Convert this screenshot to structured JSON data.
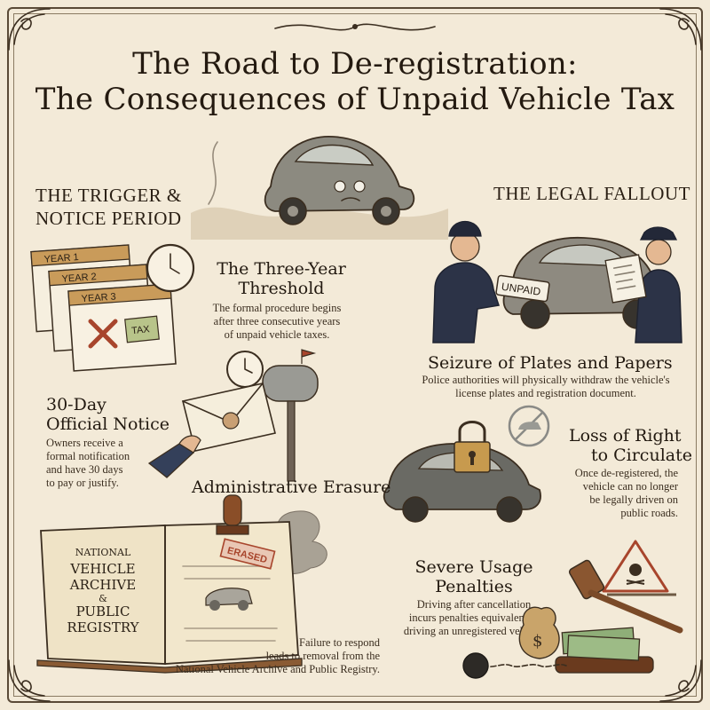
{
  "title": {
    "line1": "The Road to De-registration:",
    "line2": "The Consequences of Unpaid Vehicle Tax"
  },
  "sections": {
    "trigger_line1": "THE TRIGGER &",
    "trigger_line2": "NOTICE PERIOD",
    "legal": "THE LEGAL FALLOUT"
  },
  "steps": {
    "threshold": {
      "title_line1": "The Three-Year",
      "title_line2": "Threshold",
      "body": [
        "The formal procedure begins",
        "after three consecutive years",
        "of unpaid vehicle taxes."
      ]
    },
    "notice": {
      "title_line1": "30-Day",
      "title_line2": "Official Notice",
      "body": [
        "Owners receive a",
        "formal notification",
        "and have 30 days",
        "to pay or justify."
      ]
    },
    "erasure": {
      "title": "Administrative Erasure",
      "body": [
        "Failure to respond",
        "leads to removal from the",
        "National Vehicle Archive and Public Registry."
      ]
    },
    "seizure": {
      "title": "Seizure of Plates and Papers",
      "body": [
        "Police authorities will physically withdraw the vehicle's",
        "license plates and registration document."
      ]
    },
    "circulate": {
      "title_line1": "Loss of Right",
      "title_line2": "to Circulate",
      "body": [
        "Once de-registered, the",
        "vehicle can no longer",
        "be legally driven on",
        "public roads."
      ]
    },
    "penalties": {
      "title_line1": "Severe Usage",
      "title_line2": "Penalties",
      "body": [
        "Driving after cancellation",
        "incurs penalties equivalent to",
        "driving an unregistered vehicle."
      ]
    }
  },
  "illustration_text": {
    "year1": "YEAR 1",
    "year2": "YEAR 2",
    "year3": "YEAR 3",
    "tax": "TAX",
    "unpaid": "UNPAID",
    "erased": "ERASED",
    "book_line1": "NATIONAL",
    "book_line2": "VEHICLE",
    "book_line3": "ARCHIVE",
    "book_line4": "&",
    "book_line5": "PUBLIC",
    "book_line6": "REGISTRY"
  },
  "colors": {
    "background": "#f3ead8",
    "ink": "#3b2e20",
    "accent_red": "#a8452c",
    "police_blue": "#2c3347"
  }
}
